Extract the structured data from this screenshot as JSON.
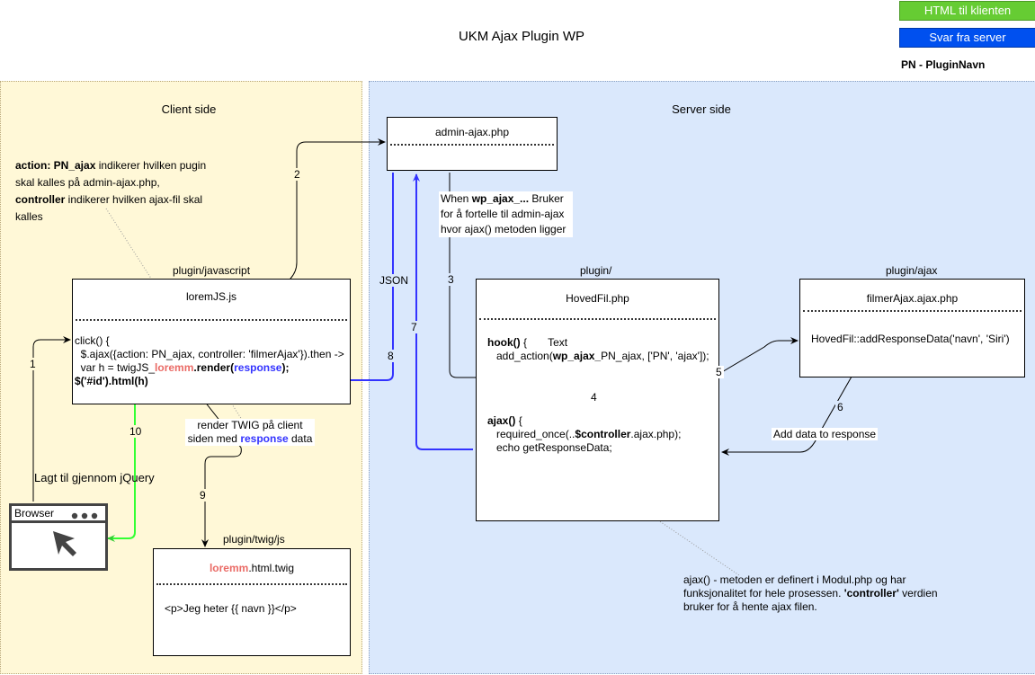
{
  "title": "UKM Ajax Plugin WP",
  "legend": {
    "html_label": "HTML til klienten",
    "html_color": "#66cc33",
    "server_label": "Svar fra server",
    "server_color": "#0050ef",
    "pn_key": "PN - PluginNavn"
  },
  "zones": {
    "client": "Client side",
    "server": "Server side"
  },
  "notes": {
    "action_bold": "action: PN_ajax",
    "action_rest": " indikerer hvilken pugin skal kalles på admin-ajax.php,",
    "controller_bold": "controller",
    "controller_rest": " indikerer hvilken ajax-fil skal kalles",
    "when_prefix": "When ",
    "when_bold": "wp_ajax_...",
    "when_rest": " Bruker for å fortelle til admin-ajax hvor ajax() metoden ligger",
    "render_prefix": "render TWIG på client siden med ",
    "render_blue": "response",
    "render_suffix": " data",
    "jquery": "Lagt til gjennom jQuery",
    "ajax_def_1": "ajax() - metoden er definert i Modul.php og har funksjonalitet for hele prosessen. ",
    "ajax_def_bold": "'controller'",
    "ajax_def_2": " verdien bruker for å hente ajax filen.",
    "add_data": "Add data to response",
    "json": "JSON"
  },
  "groups": {
    "plugin_javascript": "plugin/javascript",
    "plugin": "plugin/",
    "plugin_ajax": "plugin/ajax",
    "plugin_twig": "plugin/twig/js"
  },
  "admin_ajax": {
    "title": "admin-ajax.php"
  },
  "loremjs": {
    "title": "loremJS.js",
    "l1": "click() {",
    "l2": "  $.ajax({action: PN_ajax, controller: 'filmerAjax'}).then ->",
    "l3a": "  var h = twigJS_",
    "l3red": "loremm",
    "l3b": ".render(",
    "l3blue": "response",
    "l3c": ");",
    "l4": "$('#id').html(h)"
  },
  "hovedfil": {
    "title": "HovedFil.php",
    "hook_bold": "hook()",
    "hook_rest": " {",
    "hook_text": "Text",
    "add_action_a": "   add_action(",
    "add_action_bold": "wp_ajax_",
    "add_action_b": "PN_ajax, ['PN', 'ajax']);",
    "ajax_bold": "ajax()",
    "ajax_rest": " {",
    "req_a": "   required_once(..",
    "req_bold": "$controller",
    "req_b": ".ajax.php);",
    "echo": "   echo getResponseData;"
  },
  "filmer": {
    "title": "filmerAjax.ajax.php",
    "line": "HovedFil::addResponseData('navn', 'Siri')"
  },
  "twig": {
    "title_red": "loremm",
    "title_rest": ".html.twig",
    "line": "<p>Jeg heter {{ navn }}</p>"
  },
  "browser": {
    "label": "Browser"
  },
  "steps": [
    "1",
    "2",
    "3",
    "4",
    "5",
    "6",
    "7",
    "8",
    "9",
    "10"
  ]
}
